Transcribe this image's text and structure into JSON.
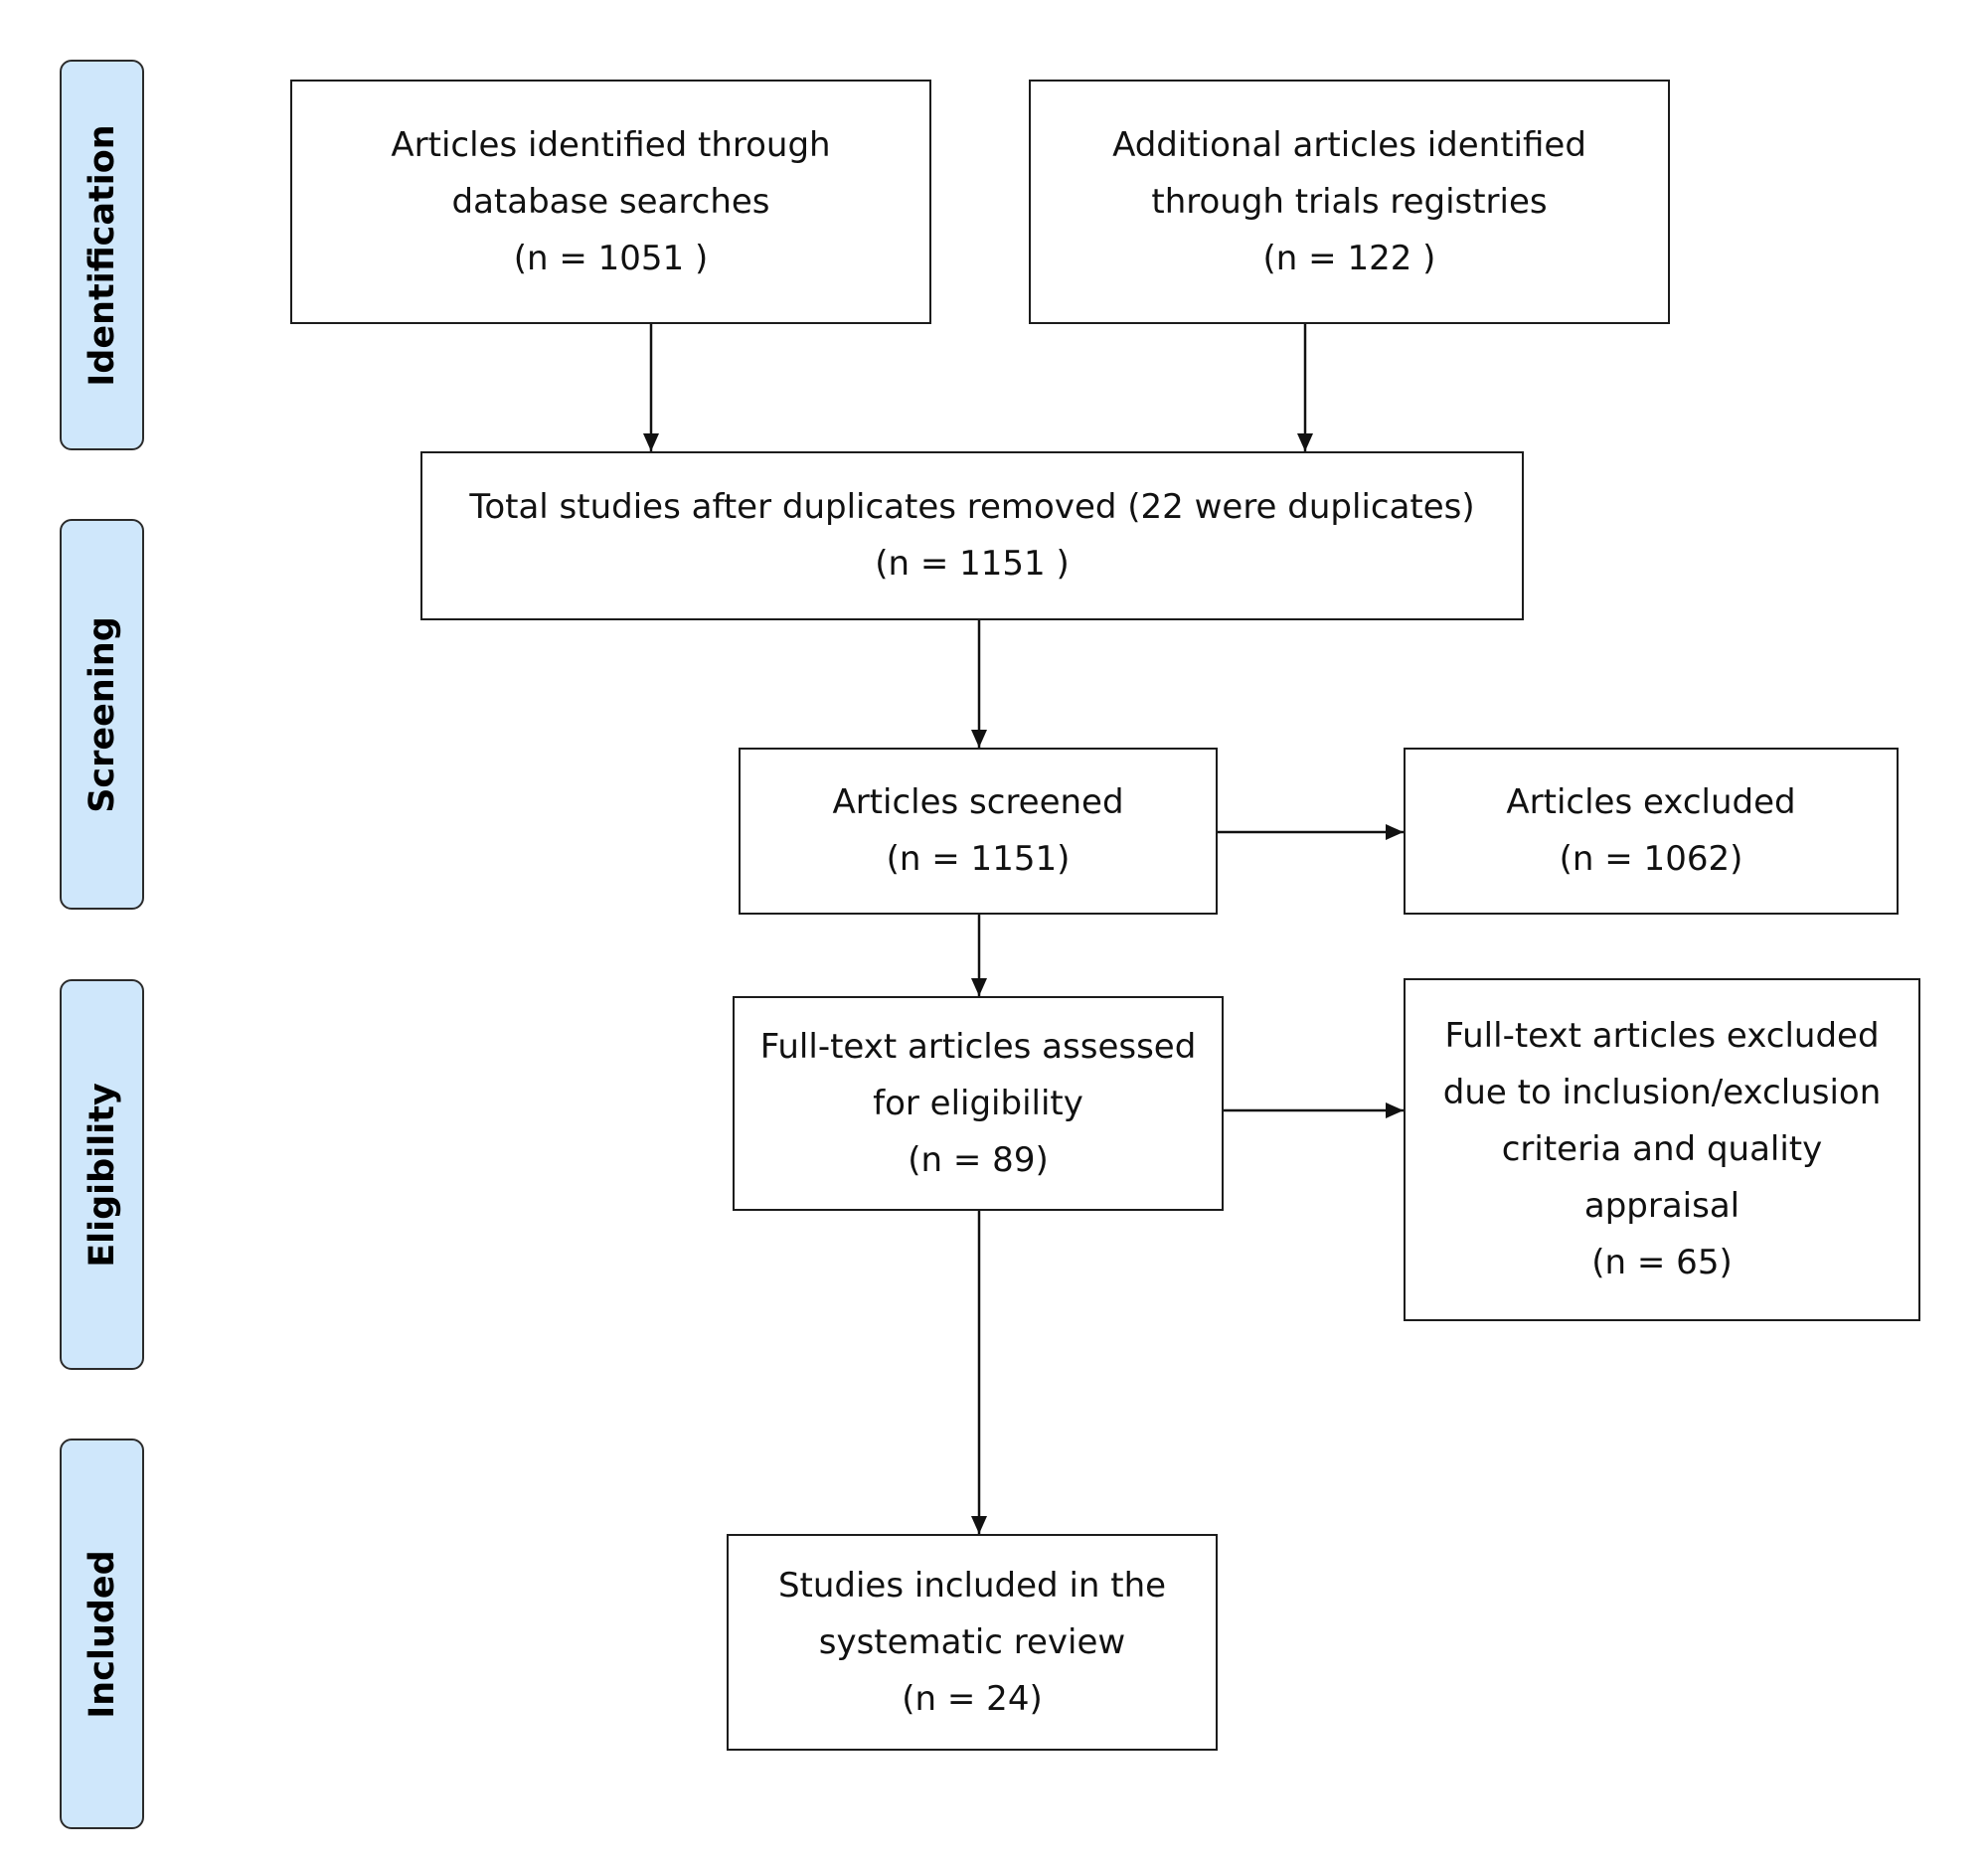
{
  "stages": {
    "identification": "Identification",
    "screening": "Screening",
    "eligibility": "Eligibility",
    "included": "Included"
  },
  "boxes": {
    "database_search": {
      "line1": "Articles identified through",
      "line2": "database searches",
      "count": "(n = 1051 )"
    },
    "trial_registries": {
      "line1": "Additional articles identified",
      "line2": "through trials registries",
      "count": "(n = 122 )"
    },
    "after_duplicates": {
      "line1": "Total studies after duplicates removed (22 were duplicates)",
      "count": "(n = 1151 )"
    },
    "screened": {
      "line1": "Articles screened",
      "count": "(n = 1151)"
    },
    "excluded": {
      "line1": "Articles excluded",
      "count": "(n = 1062)"
    },
    "fulltext_assessed": {
      "line1": "Full-text articles assessed",
      "line2": "for eligibility",
      "count": "(n = 89)"
    },
    "fulltext_excluded": {
      "line1": "Full-text articles excluded",
      "line2": "due to inclusion/exclusion",
      "line3": "criteria and quality",
      "line4": "appraisal",
      "count": "(n = 65)"
    },
    "included_review": {
      "line1": "Studies included in the",
      "line2": "systematic review",
      "count": "(n = 24)"
    }
  }
}
